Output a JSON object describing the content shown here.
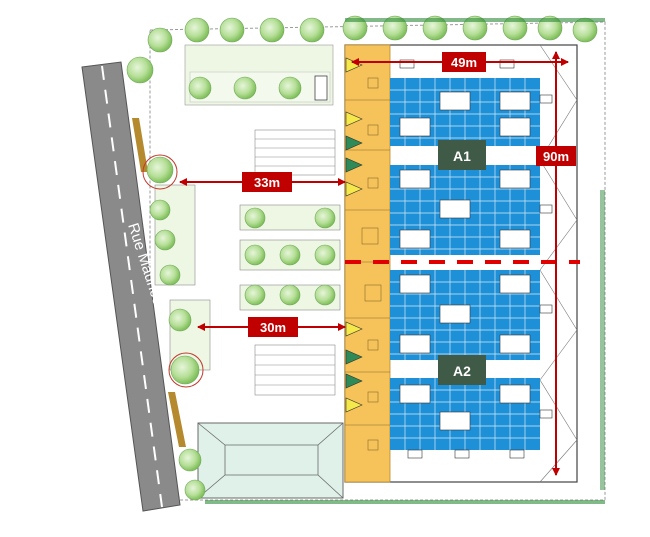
{
  "street_name": "Rue Maurice de Broglie",
  "dimensions": {
    "width_building": "49m",
    "height_building": "90m",
    "setback_top": "33m",
    "setback_bottom": "30m"
  },
  "buildings": {
    "north": "A1",
    "south": "A2"
  },
  "colors": {
    "dimension_red": "#c00000",
    "building_label_bg": "#3f5a46",
    "pv_blue": "#1e90d8",
    "strip_yellow": "#f5c35a",
    "road": "#8a8a8a",
    "tree_green": "#9acd7a",
    "hedge_green": "#2f8a3a"
  }
}
